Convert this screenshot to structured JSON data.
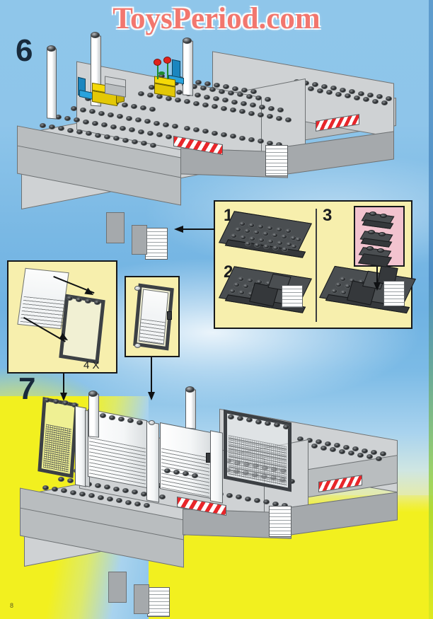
{
  "page": {
    "number": "8",
    "watermark": "ToysPeriod.com",
    "background_sky_color": "#8cc4e8",
    "background_ground_color": "#f2f01f"
  },
  "steps": [
    {
      "id": "step-6",
      "number": "6",
      "description": "Gray baseplate platform with white pillars, blue chairs, yellow boxes and red flowers, red-white hazard stripe edges and white stair units"
    },
    {
      "id": "step-7",
      "number": "7",
      "description": "Same platform with assembled window walls, door and white pillars mounted on top"
    }
  ],
  "callouts": [
    {
      "id": "substep-callout",
      "accent_color": "#f7efad",
      "border_color": "#16181a",
      "substeps": [
        {
          "number": "1",
          "description": "Dark gray wedge plate with studs"
        },
        {
          "number": "2",
          "description": "Wedge plate with dark gray slope brick and white stair unit"
        },
        {
          "number": "3",
          "description": "Completed assembly with extra dark gray bricks added"
        }
      ],
      "parts_inset": {
        "background_color": "#f2c3cf",
        "parts": [
          {
            "name": "dark-gray-plate-1x2",
            "quantity": "1"
          },
          {
            "name": "dark-gray-plate-1x2",
            "quantity": "1"
          },
          {
            "name": "dark-gray-brick-1x2",
            "quantity": "1"
          }
        ]
      }
    },
    {
      "id": "window-callout",
      "accent_color": "#f7efad",
      "quantity_label": "4 X",
      "description": "Insert glass pane with blinds into dark gray 1x4x3 window frame"
    },
    {
      "id": "door-callout",
      "accent_color": "#f7efad",
      "description": "Dark gray door frame with glass door panel and blinds"
    }
  ],
  "arrows": [
    {
      "id": "arrow-substep-to-model",
      "direction": "left"
    },
    {
      "id": "arrow-window-to-step7",
      "direction": "down"
    },
    {
      "id": "arrow-door-to-step7",
      "direction": "down"
    },
    {
      "id": "arrow-parts-to-substep3",
      "direction": "down"
    }
  ],
  "colors": {
    "lego_light_gray": "#cfd2d4",
    "lego_dark_gray": "#35383b",
    "lego_white": "#ffffff",
    "lego_yellow": "#f5d907",
    "lego_blue": "#2aa3dd",
    "lego_red": "#e0231c",
    "lego_green": "#1f8a2e",
    "hazard_red": "#e8262a",
    "watermark_color": "#f2776e"
  }
}
